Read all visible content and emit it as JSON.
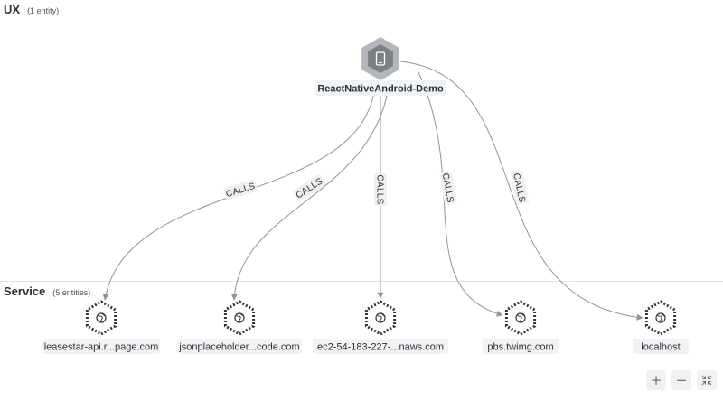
{
  "layers": {
    "ux": {
      "title": "UX",
      "count": "(1 entity)"
    },
    "service": {
      "title": "Service",
      "count": "(5 entities)"
    }
  },
  "root": {
    "label": "ReactNativeAndroid-Demo",
    "icon": "mobile-device-icon"
  },
  "services": [
    {
      "label": "leasestar-api.r...page.com",
      "icon": "globe-icon"
    },
    {
      "label": "jsonplaceholder...code.com",
      "icon": "globe-icon"
    },
    {
      "label": "ec2-54-183-227-...naws.com",
      "icon": "globe-icon"
    },
    {
      "label": "pbs.twimg.com",
      "icon": "globe-icon"
    },
    {
      "label": "localhost",
      "icon": "globe-icon"
    }
  ],
  "edges": [
    {
      "label": "CALLS",
      "to": 0
    },
    {
      "label": "CALLS",
      "to": 1
    },
    {
      "label": "CALLS",
      "to": 2
    },
    {
      "label": "CALLS",
      "to": 3
    },
    {
      "label": "CALLS",
      "to": 4
    }
  ],
  "controls": {
    "zoom_in": "+",
    "zoom_out": "−",
    "fit": "⤡"
  },
  "colors": {
    "root_hex_outer": "#b3b7bc",
    "root_hex_inner": "#7b8087",
    "service_hex_dots": "#2f343a",
    "edge": "#8f949a"
  }
}
